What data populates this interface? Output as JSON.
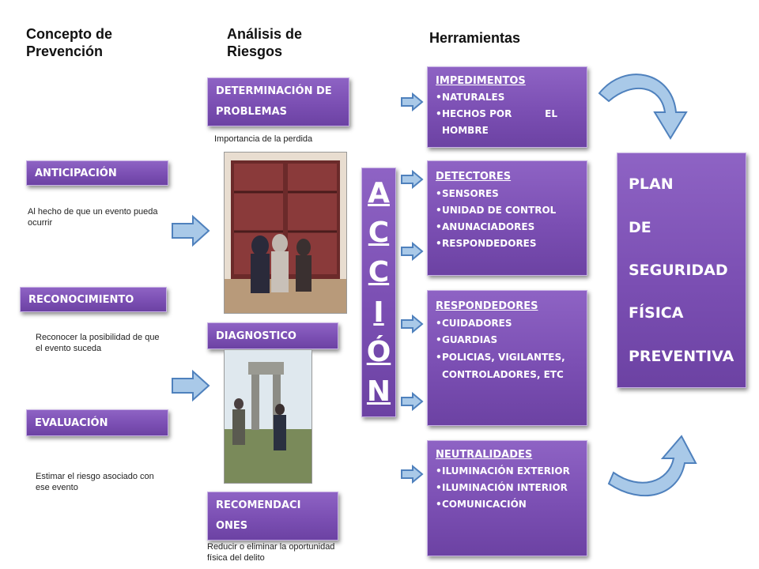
{
  "headers": {
    "concepto": "Concepto de Prevención",
    "analisis": "Análisis de Riesgos",
    "herramientas": "Herramientas"
  },
  "concepts": [
    {
      "label": "ANTICIPACIÓN",
      "desc": "Al hecho de que un evento pueda ocurrir"
    },
    {
      "label": "RECONOCIMIENTO",
      "desc": "Reconocer la posibilidad de que el evento suceda"
    },
    {
      "label": "EVALUACIÓN",
      "desc": "Estimar el riesgo asociado con ese evento"
    }
  ],
  "analysis": [
    {
      "label": "DETERMINACIÓN DE PROBLEMAS",
      "caption": "Importancia de la perdida"
    },
    {
      "label": "DIAGNOSTICO"
    },
    {
      "label": "RECOMENDACI ONES",
      "caption": "Reducir o eliminar la oportunidad física del delito"
    }
  ],
  "accion": [
    "A",
    "C",
    "C",
    "I",
    "Ó",
    "N"
  ],
  "tools": [
    {
      "title": "IMPEDIMENTOS",
      "items": [
        "NATURALES",
        "HECHOS POR          EL HOMBRE"
      ]
    },
    {
      "title": "DETECTORES",
      "items": [
        "SENSORES",
        "UNIDAD DE CONTROL",
        "ANUNACIADORES",
        "RESPONDEDORES"
      ]
    },
    {
      "title": "RESPONDEDORES",
      "items": [
        "CUIDADORES",
        "GUARDIAS",
        "POLICIAS, VIGILANTES, CONTROLADORES, ETC"
      ]
    },
    {
      "title": "NEUTRALIDADES",
      "items": [
        "ILUMINACIÓN EXTERIOR",
        "ILUMINACIÓN INTERIOR",
        "COMUNICACIÓN"
      ]
    }
  ],
  "plan": [
    "PLAN",
    "DE",
    "SEGURIDAD",
    "FÍSICA",
    "PREVENTIVA"
  ],
  "colors": {
    "box": "#7b4fb3",
    "arrow": "#a9c9e8",
    "arrow_stroke": "#4f81bd"
  }
}
